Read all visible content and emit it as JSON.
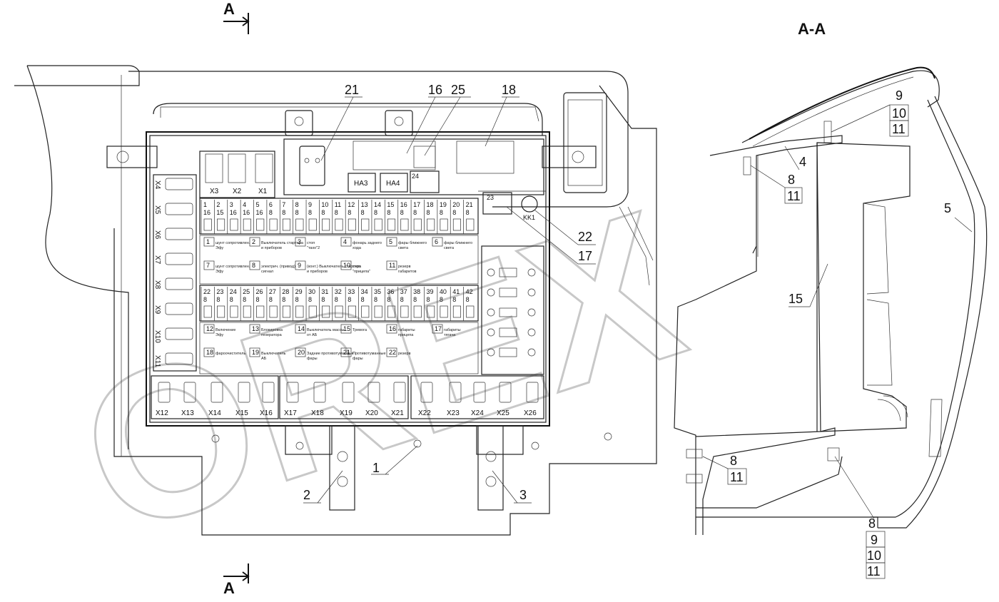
{
  "section": {
    "cut_mark": "A",
    "view_title": "A-A"
  },
  "watermark": "OREX",
  "callouts": {
    "c21": "21",
    "c16": "16",
    "c25": "25",
    "c18": "18",
    "c22": "22",
    "c17": "17",
    "c1": "1",
    "c2": "2",
    "c3": "3",
    "r9": "9",
    "r10": "10",
    "r11": "11",
    "r4": "4",
    "r8a": "8",
    "r11a": "11",
    "r5": "5",
    "r15": "15",
    "r8b": "8",
    "r11b": "11",
    "r8c": "8",
    "r9c": "9",
    "r10c": "10",
    "r11c": "11"
  },
  "top_area": {
    "connectors": [
      "X3",
      "X2",
      "X1"
    ],
    "relays": [
      "HA3",
      "HA4",
      "24",
      "23",
      "KK1"
    ]
  },
  "left_connectors": [
    "X4",
    "X5",
    "X6",
    "X7",
    "X8",
    "X9",
    "X10",
    "X11"
  ],
  "fuse_row1_top": [
    "1",
    "2",
    "3",
    "4",
    "5",
    "6",
    "7",
    "8",
    "9",
    "10",
    "11",
    "12",
    "13",
    "14",
    "15",
    "16",
    "17",
    "18",
    "19",
    "20",
    "21"
  ],
  "fuse_row1_bottom": [
    "16",
    "15",
    "16",
    "16",
    "16",
    "8",
    "8",
    "8",
    "8",
    "8",
    "8",
    "8",
    "8",
    "8",
    "8",
    "8",
    "8",
    "8",
    "8",
    "8",
    "8"
  ],
  "fuse_row2_top": [
    "22",
    "23",
    "24",
    "25",
    "26",
    "27",
    "28",
    "29",
    "30",
    "31",
    "32",
    "33",
    "34",
    "35",
    "36",
    "37",
    "38",
    "39",
    "40",
    "41",
    "42"
  ],
  "fuse_row2_bottom": [
    "8",
    "8",
    "8",
    "8",
    "8",
    "8",
    "8",
    "8",
    "8",
    "8",
    "8",
    "8",
    "8",
    "8",
    "8",
    "8",
    "8",
    "8",
    "8",
    "8",
    "8"
  ],
  "relay_blocks": [
    {
      "n": "1",
      "t": "шунт сопротивлен. Эфу"
    },
    {
      "n": "2",
      "t": "Выключатель стартера и приборов"
    },
    {
      "n": "3",
      "t": "стоп \"тахо\"2"
    },
    {
      "n": "4",
      "t": "фонарь заднего хода"
    },
    {
      "n": "5",
      "t": "фары ближнего света"
    },
    {
      "n": "6",
      "t": "фары ближнего света"
    },
    {
      "n": "7",
      "t": "шунт сопротивлен. Эфу"
    },
    {
      "n": "8",
      "t": "электрич. (привод) сигнал"
    },
    {
      "n": "9",
      "t": "(конт.) Выключатель стартера и приборов"
    },
    {
      "n": "10",
      "t": "стоп \"прицепа\""
    },
    {
      "n": "11",
      "t": "резерв габаритов"
    },
    {
      "n": "12",
      "t": "Включение Эфу"
    },
    {
      "n": "13",
      "t": "Блокировка генератора"
    },
    {
      "n": "14",
      "t": "Выключатель массы от АБ"
    },
    {
      "n": "15",
      "t": "Тревога"
    },
    {
      "n": "16",
      "t": "габариты прицепа"
    },
    {
      "n": "17",
      "t": "габариты тягача"
    },
    {
      "n": "18",
      "t": "фароочиститель"
    },
    {
      "n": "19",
      "t": "Выключатель АБ"
    },
    {
      "n": "20",
      "t": "Задние противотуманные фары"
    },
    {
      "n": "21",
      "t": "Противотуманные фары"
    },
    {
      "n": "22",
      "t": "резерв"
    }
  ],
  "bottom_connectors": [
    "X12",
    "X13",
    "X14",
    "X15",
    "X16",
    "X17",
    "X18",
    "X19",
    "X20",
    "X21",
    "X22",
    "X23",
    "X24",
    "X25",
    "X26"
  ]
}
